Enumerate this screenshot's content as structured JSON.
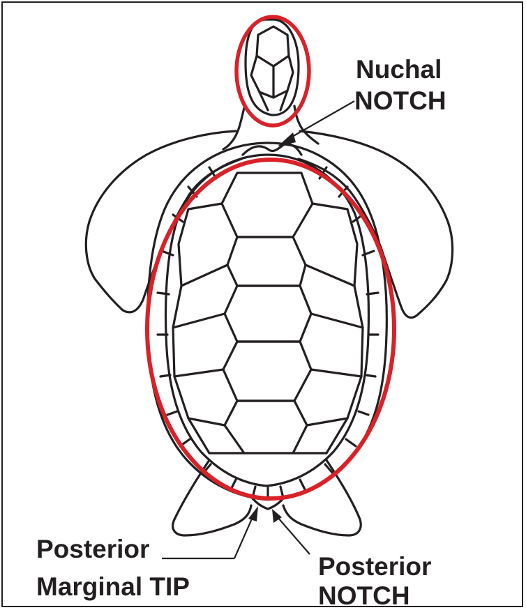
{
  "labels": {
    "nuchal_line1": "Nuchal",
    "nuchal_line2": "NOTCH",
    "posterior_marginal_line1": "Posterior",
    "posterior_marginal_line2": "Marginal TIP",
    "posterior_notch_line1": "Posterior",
    "posterior_notch_line2": "NOTCH"
  },
  "colors": {
    "outline": "#231f20",
    "highlight": "#d92127",
    "background": "#ffffff"
  }
}
